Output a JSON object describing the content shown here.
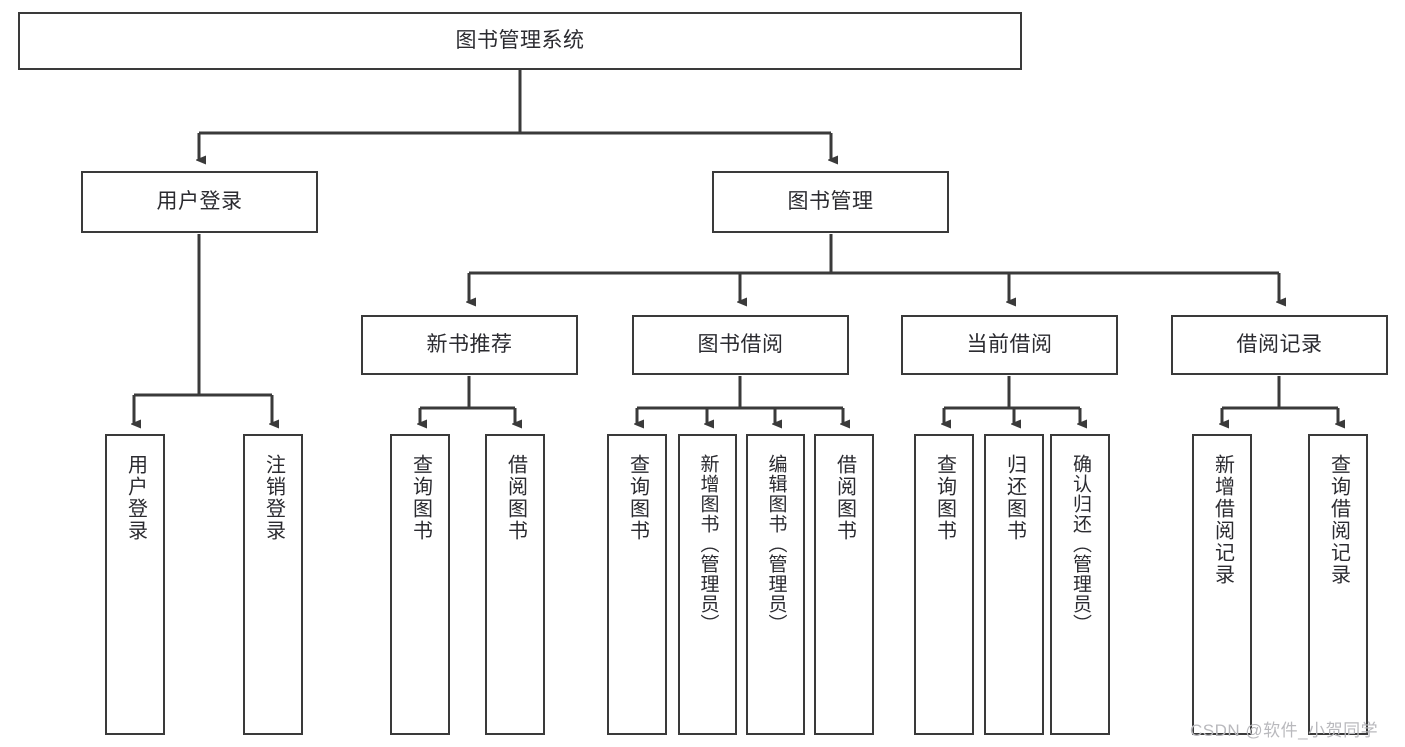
{
  "diagram": {
    "title": "图书管理系统",
    "type": "tree-hierarchy-chart",
    "root": {
      "label": "图书管理系统"
    },
    "level2": [
      {
        "label": "用户登录"
      },
      {
        "label": "图书管理"
      }
    ],
    "level3": [
      {
        "label": "新书推荐"
      },
      {
        "label": "图书借阅"
      },
      {
        "label": "当前借阅"
      },
      {
        "label": "借阅记录"
      }
    ],
    "leaves": {
      "user_login": [
        {
          "label": "用户登录"
        },
        {
          "label": "注销登录"
        }
      ],
      "new_book_recommend": [
        {
          "label": "查询图书"
        },
        {
          "label": "借阅图书"
        }
      ],
      "book_borrow": [
        {
          "label": "查询图书"
        },
        {
          "label": "新增图书（管理员）"
        },
        {
          "label": "编辑图书（管理员）"
        },
        {
          "label": "借阅图书"
        }
      ],
      "current_borrow": [
        {
          "label": "查询图书"
        },
        {
          "label": "归还图书"
        },
        {
          "label": "确认归还（管理员）"
        }
      ],
      "borrow_record": [
        {
          "label": "新增借阅记录"
        },
        {
          "label": "查询借阅记录"
        }
      ]
    }
  },
  "watermark": {
    "text": "CSDN @软件_小贺同学"
  },
  "colors": {
    "background": "#ffffff",
    "box_border": "#3a3a3a",
    "text": "#2b2b30",
    "edge": "#3a3a3a",
    "watermark": "#b9b9bd"
  }
}
